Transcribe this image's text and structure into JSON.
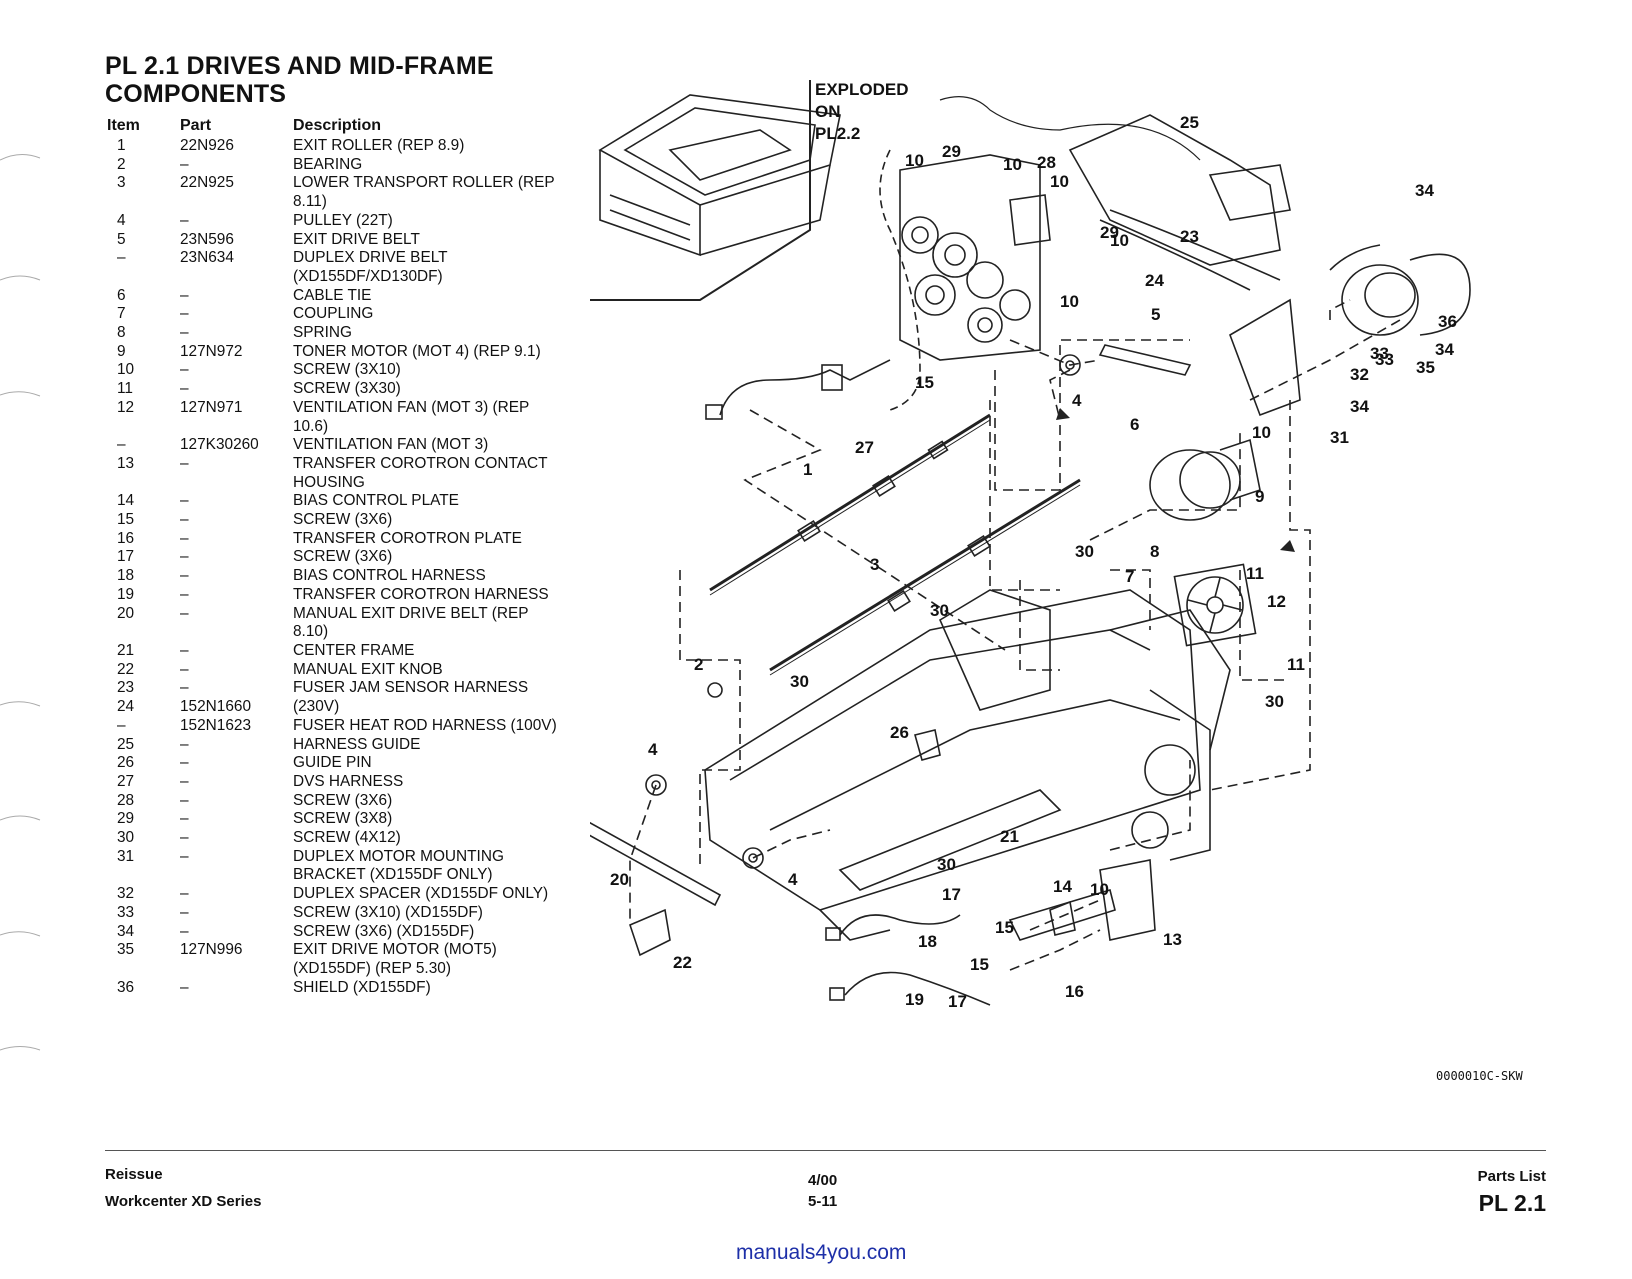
{
  "title": "PL 2.1 DRIVES AND MID-FRAME COMPONENTS",
  "table": {
    "headers": {
      "item": "Item",
      "part": "Part",
      "description": "Description"
    },
    "rows": [
      {
        "item": "1",
        "part": "22N926",
        "description": "EXIT ROLLER (REP 8.9)"
      },
      {
        "item": "2",
        "part": "–",
        "description": "BEARING"
      },
      {
        "item": "3",
        "part": "22N925",
        "description": "LOWER TRANSPORT ROLLER (REP 8.11)"
      },
      {
        "item": "4",
        "part": "–",
        "description": "PULLEY (22T)"
      },
      {
        "item": "5",
        "part": "23N596",
        "description": "EXIT DRIVE BELT"
      },
      {
        "item": "–",
        "part": "23N634",
        "description": "DUPLEX DRIVE BELT (XD155DF/XD130DF)"
      },
      {
        "item": "6",
        "part": "–",
        "description": "CABLE TIE"
      },
      {
        "item": "7",
        "part": "–",
        "description": "COUPLING"
      },
      {
        "item": "8",
        "part": "–",
        "description": "SPRING"
      },
      {
        "item": "9",
        "part": "127N972",
        "description": "TONER MOTOR (MOT 4) (REP 9.1)"
      },
      {
        "item": "10",
        "part": "–",
        "description": "SCREW (3X10)"
      },
      {
        "item": "11",
        "part": "–",
        "description": "SCREW (3X30)"
      },
      {
        "item": "12",
        "part": "127N971",
        "description": "VENTILATION FAN (MOT 3) (REP 10.6)"
      },
      {
        "item": "–",
        "part": "127K30260",
        "description": "VENTILATION FAN (MOT 3)"
      },
      {
        "item": "13",
        "part": "–",
        "description": "TRANSFER COROTRON CONTACT HOUSING"
      },
      {
        "item": "14",
        "part": "–",
        "description": "BIAS CONTROL PLATE"
      },
      {
        "item": "15",
        "part": "–",
        "description": "SCREW (3X6)"
      },
      {
        "item": "16",
        "part": "–",
        "description": "TRANSFER COROTRON PLATE"
      },
      {
        "item": "17",
        "part": "–",
        "description": "SCREW (3X6)"
      },
      {
        "item": "18",
        "part": "–",
        "description": "BIAS CONTROL HARNESS"
      },
      {
        "item": "19",
        "part": "–",
        "description": "TRANSFER COROTRON HARNESS"
      },
      {
        "item": "20",
        "part": "–",
        "description": "MANUAL EXIT DRIVE BELT (REP 8.10)"
      },
      {
        "item": "21",
        "part": "–",
        "description": "CENTER FRAME"
      },
      {
        "item": "22",
        "part": "–",
        "description": "MANUAL EXIT KNOB"
      },
      {
        "item": "23",
        "part": "–",
        "description": "FUSER JAM SENSOR HARNESS"
      },
      {
        "item": "24",
        "part": "152N1660",
        "description": "(230V)"
      },
      {
        "item": "–",
        "part": "152N1623",
        "description": "FUSER HEAT ROD HARNESS (100V)"
      },
      {
        "item": "25",
        "part": "–",
        "description": "HARNESS GUIDE"
      },
      {
        "item": "26",
        "part": "–",
        "description": "GUIDE PIN"
      },
      {
        "item": "27",
        "part": "–",
        "description": "DVS HARNESS"
      },
      {
        "item": "28",
        "part": "–",
        "description": "SCREW (3X6)"
      },
      {
        "item": "29",
        "part": "–",
        "description": "SCREW (3X8)"
      },
      {
        "item": "30",
        "part": "–",
        "description": "SCREW (4X12)"
      },
      {
        "item": "31",
        "part": "–",
        "description": "DUPLEX MOTOR MOUNTING BRACKET (XD155DF ONLY)"
      },
      {
        "item": "32",
        "part": "–",
        "description": "DUPLEX SPACER (XD155DF ONLY)"
      },
      {
        "item": "33",
        "part": "–",
        "description": "SCREW (3X10) (XD155DF)"
      },
      {
        "item": "34",
        "part": "–",
        "description": "SCREW (3X6) (XD155DF)"
      },
      {
        "item": "35",
        "part": "127N996",
        "description": "EXIT DRIVE MOTOR (MOT5) (XD155DF) (REP 5.30)"
      },
      {
        "item": "36",
        "part": "–",
        "description": "SHIELD (XD155DF)"
      }
    ]
  },
  "diagram": {
    "exploded_label": [
      "EXPLODED",
      "ON",
      "PL2.2"
    ],
    "drawing_code": "0000010C-SKW",
    "callouts": [
      "1",
      "2",
      "3",
      "4",
      "4",
      "4",
      "5",
      "6",
      "7",
      "8",
      "9",
      "10",
      "10",
      "10",
      "10",
      "10",
      "10",
      "10",
      "11",
      "11",
      "12",
      "13",
      "14",
      "15",
      "15",
      "15",
      "16",
      "17",
      "17",
      "18",
      "19",
      "20",
      "21",
      "22",
      "23",
      "24",
      "25",
      "26",
      "27",
      "28",
      "29",
      "29",
      "30",
      "30",
      "30",
      "30",
      "30",
      "31",
      "32",
      "33",
      "33",
      "34",
      "34",
      "34",
      "35",
      "36"
    ]
  },
  "footer": {
    "left_line1": "Reissue",
    "left_line2": "Workcenter XD Series",
    "center_line1": "4/00",
    "center_line2": "5-11",
    "right_line1": "Parts List",
    "right_line2": "PL 2.1"
  },
  "watermark": "manuals4you.com"
}
